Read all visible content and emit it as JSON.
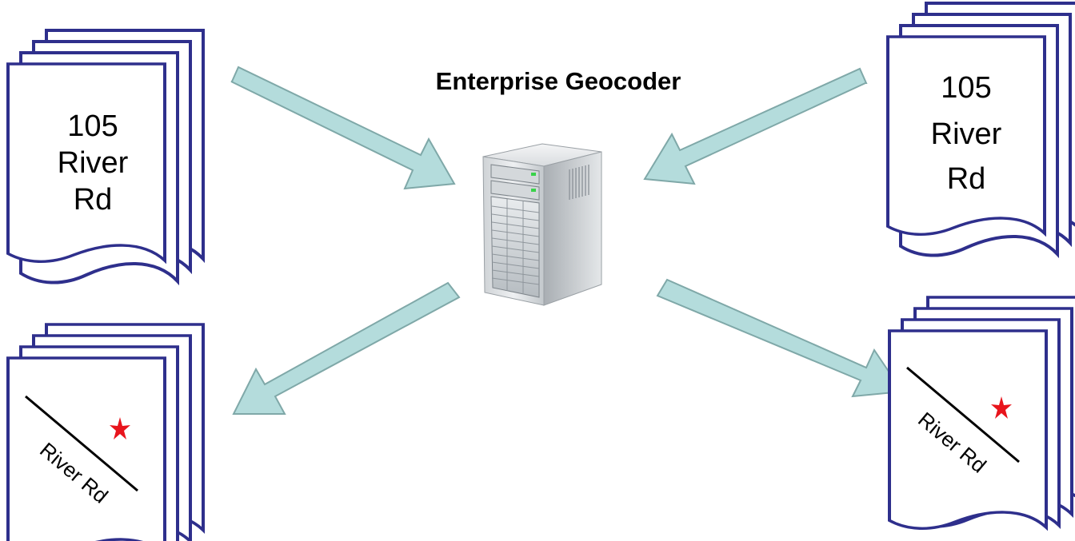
{
  "title": "Enterprise Geocoder",
  "input_documents": {
    "line1": "105",
    "line2": "River",
    "line3": "Rd"
  },
  "output_documents": {
    "street_label": "River Rd",
    "marker": "red-star"
  },
  "colors": {
    "page_border": "#2e2f8c",
    "arrow_fill": "#b4dcdc",
    "arrow_stroke": "#7fa8a8",
    "marker": "#e8141c"
  }
}
